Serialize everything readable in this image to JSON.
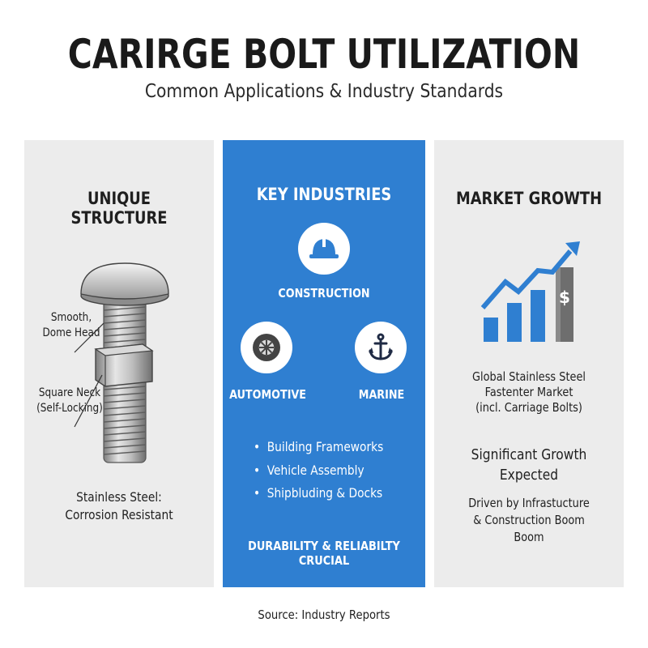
{
  "header": {
    "title": "CARIRGE BOLT UTILIZATION",
    "subtitle": "Common Applications & Industry Standards"
  },
  "structure_panel": {
    "heading": "UNIQUE STRUCTURE",
    "label_head": [
      "Smooth,",
      "Dome Head"
    ],
    "label_neck": [
      "Square Neck",
      "(Self-Locking)"
    ],
    "material": [
      "Stainless Steel:",
      "Corrosion Resistant"
    ]
  },
  "industries_panel": {
    "heading": "KEY INDUSTRIES",
    "industries": [
      {
        "label": "CONSTRUCTION",
        "icon": "hard-hat-icon"
      },
      {
        "label": "AUTOMOTIVE",
        "icon": "wheel-icon"
      },
      {
        "label": "MARINE",
        "icon": "anchor-icon"
      }
    ],
    "bullets": [
      "Building Frameworks",
      "Vehicle Assembly",
      "Shipbluding & Docks"
    ],
    "footer": "DURABILITY & RELIABILTY CRUCIAL"
  },
  "growth_panel": {
    "heading": "MARKET GROWTH",
    "chart_icon": "growth-chart-icon",
    "currency_symbol": "$",
    "market": [
      "Global Stainless Steel",
      "Fastenter Market",
      "(incl. Carriage Bolts)"
    ],
    "growth": [
      "Significant Growth",
      "Expected"
    ],
    "driver": [
      "Driven by Infrastucture",
      "& Construction Boom",
      "Boom"
    ]
  },
  "footer": {
    "source": "Source: Industry Reports"
  },
  "colors": {
    "panel_gray": "#ececec",
    "panel_blue": "#2f7fd1",
    "chart_blue": "#2f7fd1"
  }
}
